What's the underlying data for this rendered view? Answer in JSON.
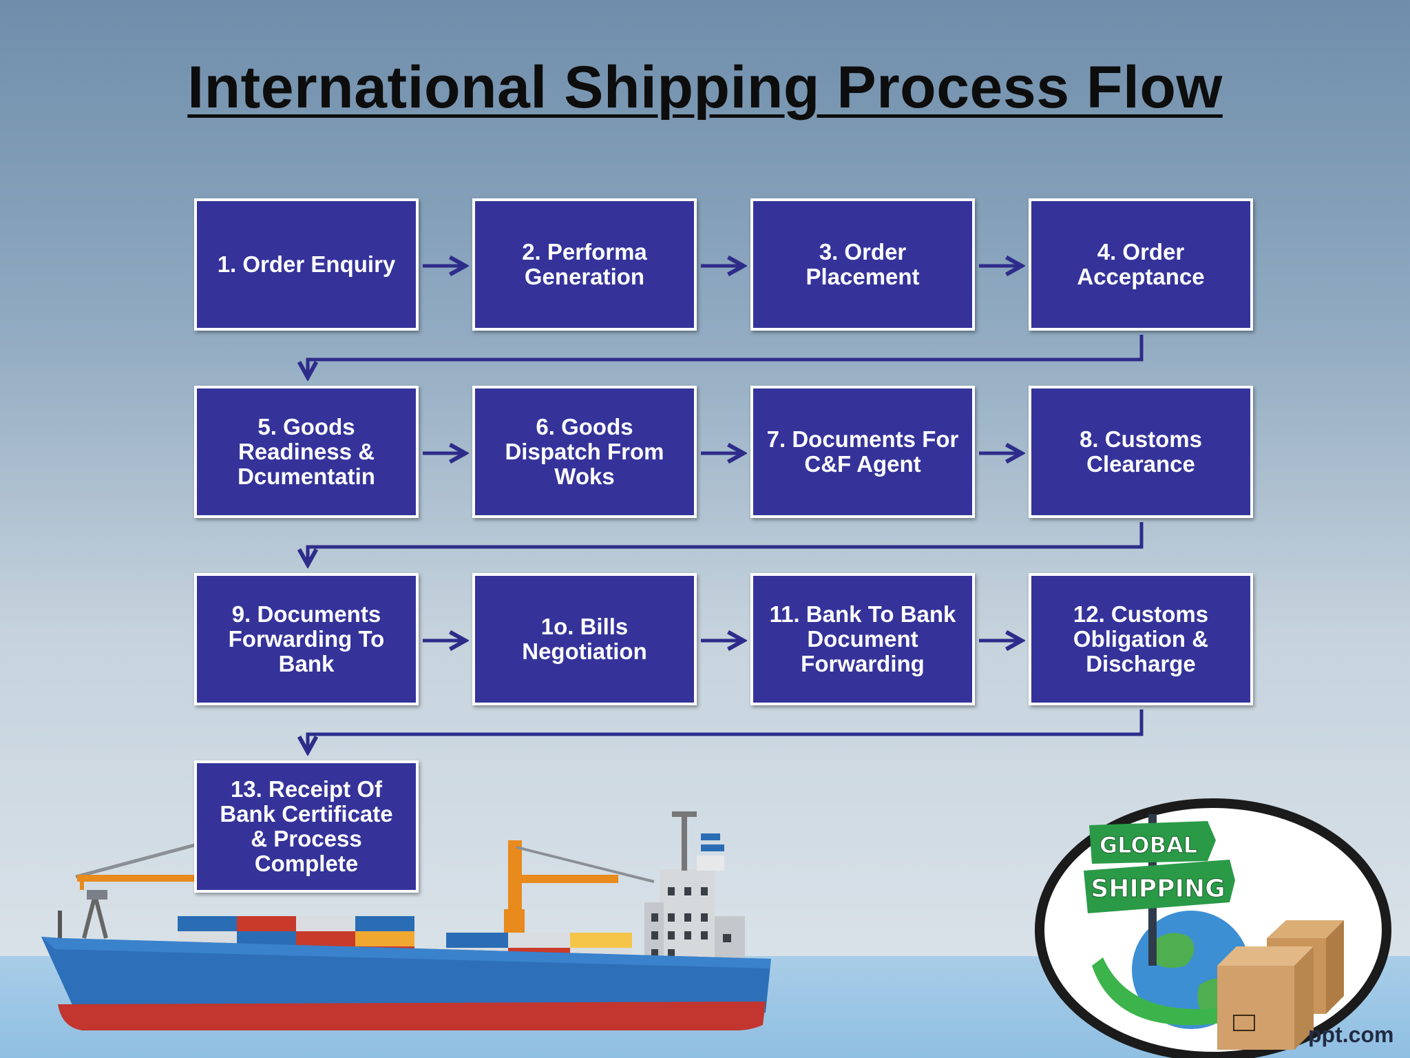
{
  "title": "International Shipping Process Flow",
  "steps": [
    "1. Order Enquiry",
    "2. Performa Generation",
    "3. Order Placement",
    "4. Order Acceptance",
    "5. Goods Readiness & Dcumentatin",
    "6. Goods Dispatch From Woks",
    "7. Documents For C&F Agent",
    "8. Customs Clearance",
    "9. Documents Forwarding To Bank",
    "1o. Bills Negotiation",
    "11. Bank To Bank Document Forwarding",
    "12. Customs Obligation & Discharge",
    "13. Receipt Of Bank Certificate & Process Complete"
  ],
  "badge": {
    "line1": "GLOBAL",
    "line2": "SHIPPING"
  },
  "footer_text": "ppt.com",
  "colors": {
    "box_fill": "#35339a",
    "box_border": "#ffffff",
    "connector": "#2e2c8a",
    "badge_green": "#2f9e44"
  }
}
